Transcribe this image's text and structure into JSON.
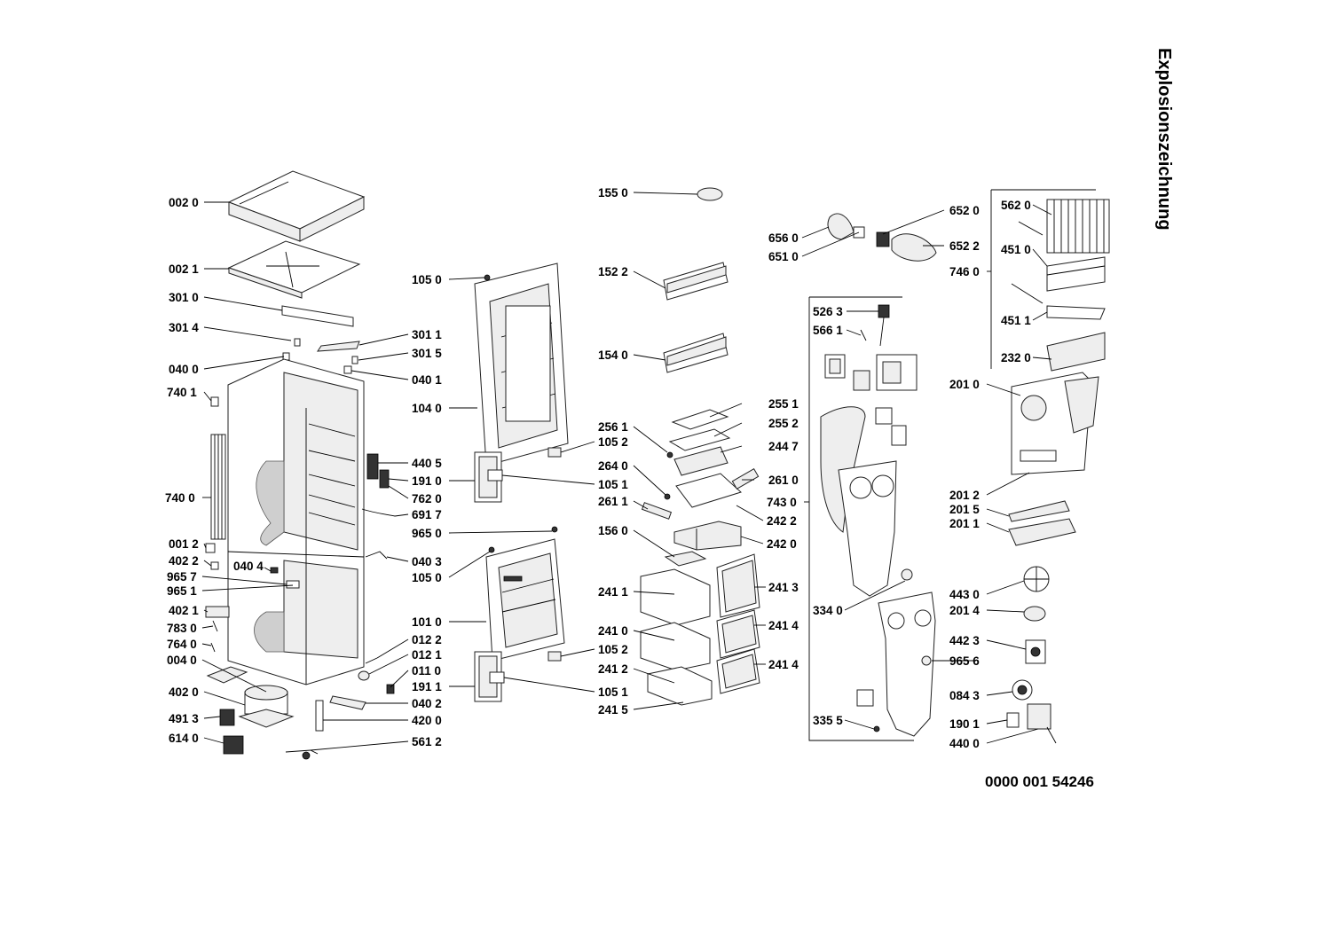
{
  "title": "Explosionszeichnung",
  "document_number": "0000 001 54246",
  "part_labels": [
    "002 0",
    "002 1",
    "301 0",
    "301 4",
    "301 1",
    "301 5",
    "040 0",
    "040 1",
    "740 1",
    "740 0",
    "440 5",
    "191 0",
    "762 0",
    "691 7",
    "001 2",
    "402 2",
    "040 4",
    "040 3",
    "965 7",
    "965 1",
    "402 1",
    "783 0",
    "764 0",
    "004 0",
    "402 0",
    "491 3",
    "614 0",
    "012 2",
    "012 1",
    "011 0",
    "040 2",
    "420 0",
    "561 2",
    "105 0",
    "104 0",
    "105 2",
    "105 1",
    "965 0",
    "105 0",
    "101 0",
    "191 1",
    "105 2",
    "105 1",
    "155 0",
    "152 2",
    "154 0",
    "256 1",
    "264 0",
    "261 1",
    "156 0",
    "241 1",
    "241 0",
    "241 2",
    "241 5",
    "255 1",
    "255 2",
    "244 7",
    "261 0",
    "743 0",
    "242 2",
    "242 0",
    "241 3",
    "241 4",
    "241 4",
    "656 0",
    "651 0",
    "652 0",
    "652 2",
    "526 3",
    "566 1",
    "334 0",
    "335 5",
    "562 0",
    "451 0",
    "746 0",
    "451 1",
    "232 0",
    "201 0",
    "201 2",
    "201 5",
    "201 1",
    "443 0",
    "201 4",
    "442 3",
    "965 6",
    "084 3",
    "190 1",
    "440 0"
  ]
}
